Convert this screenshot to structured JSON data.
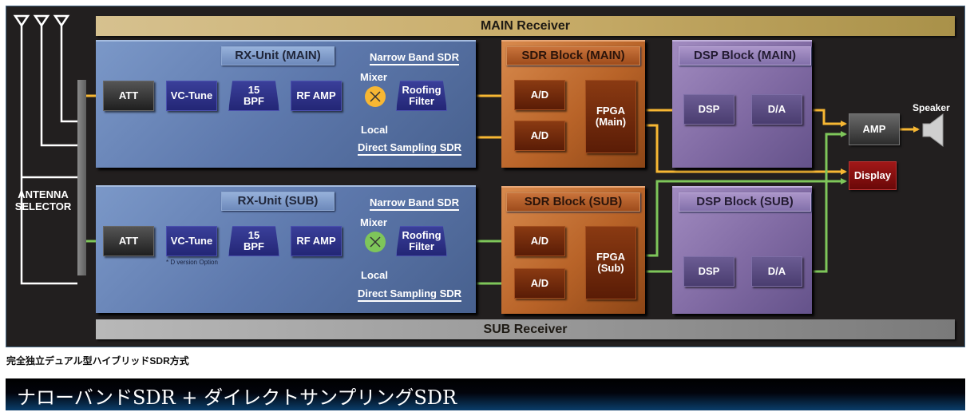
{
  "diagram": {
    "main_receiver_label": "MAIN Receiver",
    "sub_receiver_label": "SUB Receiver",
    "antenna_selector_label": "ANTENNA\nSELECTOR",
    "antenna_count": 3,
    "colors": {
      "main_signal": "#f7b733",
      "sub_signal": "#7ec65a",
      "local_arrow": "#f5d800",
      "panel_bg": "#221f1f"
    },
    "main": {
      "rx_unit": {
        "title": "RX-Unit (MAIN)",
        "narrow_band_label": "Narrow Band SDR",
        "direct_sampling_label": "Direct Sampling SDR",
        "blocks": {
          "att": "ATT",
          "vc_tune": "VC-Tune",
          "bpf": "15\nBPF",
          "rf_amp": "RF AMP",
          "roofing": "Roofing\nFilter"
        },
        "mixer_label": "Mixer",
        "local_label": "Local"
      },
      "sdr_block": {
        "title": "SDR Block (MAIN)",
        "ad1": "A/D",
        "ad2": "A/D",
        "fpga": "FPGA\n(Main)"
      },
      "dsp_block": {
        "title": "DSP Block (MAIN)",
        "dsp": "DSP",
        "da": "D/A"
      }
    },
    "sub": {
      "rx_unit": {
        "title": "RX-Unit (SUB)",
        "narrow_band_label": "Narrow Band SDR",
        "direct_sampling_label": "Direct Sampling SDR",
        "blocks": {
          "att": "ATT",
          "vc_tune": "VC-Tune",
          "bpf": "15\nBPF",
          "rf_amp": "RF AMP",
          "roofing": "Roofing\nFilter"
        },
        "vc_tune_note": "* D version Option",
        "mixer_label": "Mixer",
        "local_label": "Local"
      },
      "sdr_block": {
        "title": "SDR Block (SUB)",
        "ad1": "A/D",
        "ad2": "A/D",
        "fpga": "FPGA\n(Sub)"
      },
      "dsp_block": {
        "title": "DSP Block (SUB)",
        "dsp": "DSP",
        "da": "D/A"
      }
    },
    "amp_label": "AMP",
    "display_label": "Display",
    "speaker_label": "Speaker"
  },
  "caption": "完全独立デュアル型ハイブリッドSDR方式",
  "banner_title": "ナローバンドSDR + ダイレクトサンプリングSDR"
}
